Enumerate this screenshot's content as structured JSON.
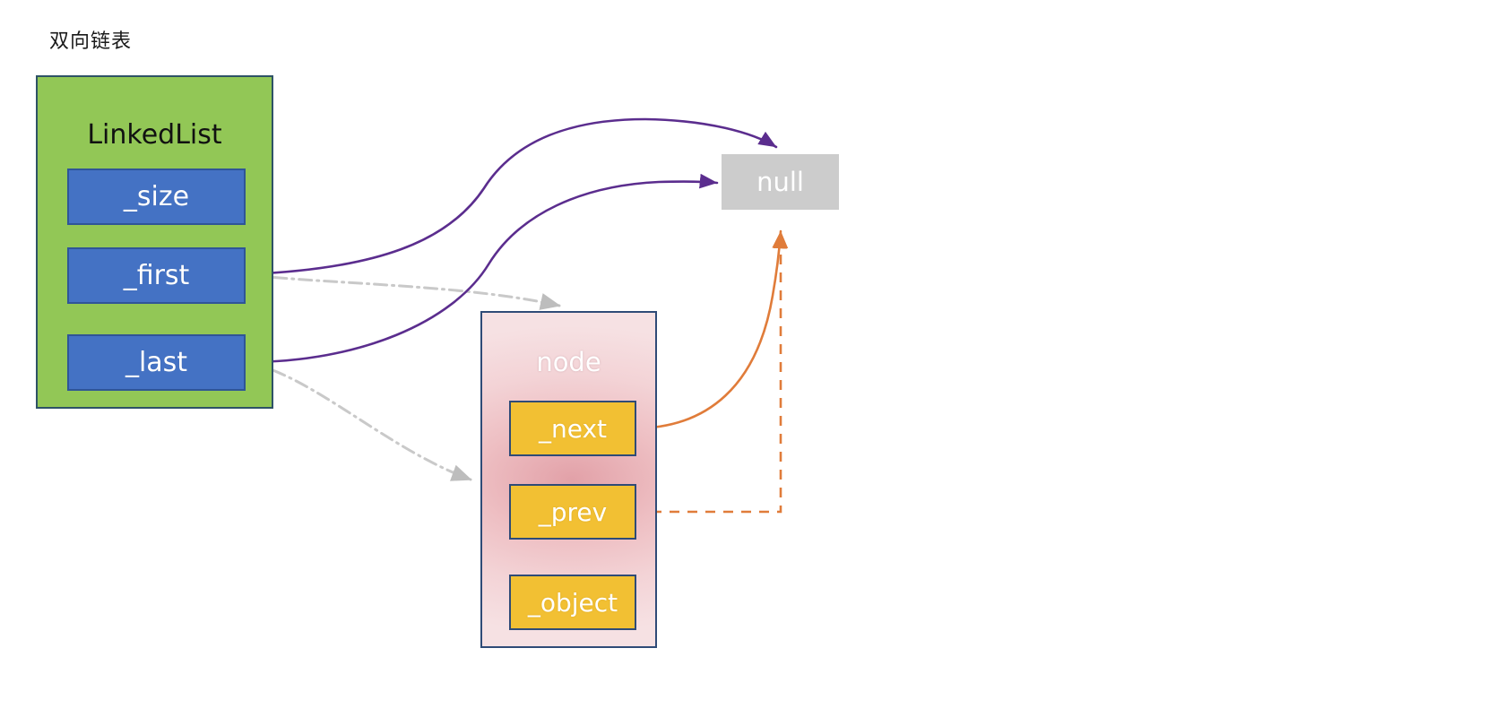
{
  "diagram": {
    "title": "双向链表",
    "colors": {
      "linkedlist_fill": "#92c756",
      "linkedlist_border": "#2e5266",
      "field_blue_fill": "#4472c4",
      "node_fill_center": "#e2a1a8",
      "node_fill_edge": "#f6e1e3",
      "node_border": "#2f4b77",
      "field_amber_fill": "#f2c033",
      "null_fill": "#cccccc",
      "purple_edge": "#5b2d8e",
      "orange_edge": "#e07c3a",
      "gray_edge": "#c9c9c9"
    }
  },
  "linkedlist": {
    "title": "LinkedList",
    "fields": [
      {
        "label": "_size"
      },
      {
        "label": "_first"
      },
      {
        "label": "_last"
      }
    ]
  },
  "node": {
    "title": "node",
    "fields": [
      {
        "label": "_next"
      },
      {
        "label": "_prev"
      },
      {
        "label": "_object"
      }
    ]
  },
  "nullbox": {
    "label": "null"
  },
  "edges": [
    {
      "name": "first-to-null",
      "style": "solid",
      "color": "#5b2d8e",
      "from": "_first",
      "to": "null"
    },
    {
      "name": "last-to-null",
      "style": "solid",
      "color": "#5b2d8e",
      "from": "_last",
      "to": "null"
    },
    {
      "name": "first-to-node",
      "style": "dash-dot",
      "color": "#c9c9c9",
      "from": "_first",
      "to": "node"
    },
    {
      "name": "last-to-node",
      "style": "dash-dot",
      "color": "#c9c9c9",
      "from": "_last",
      "to": "node"
    },
    {
      "name": "next-to-null",
      "style": "solid",
      "color": "#e07c3a",
      "from": "_next",
      "to": "null"
    },
    {
      "name": "prev-to-null",
      "style": "dashed",
      "color": "#e07c3a",
      "from": "_prev",
      "to": "null"
    }
  ]
}
